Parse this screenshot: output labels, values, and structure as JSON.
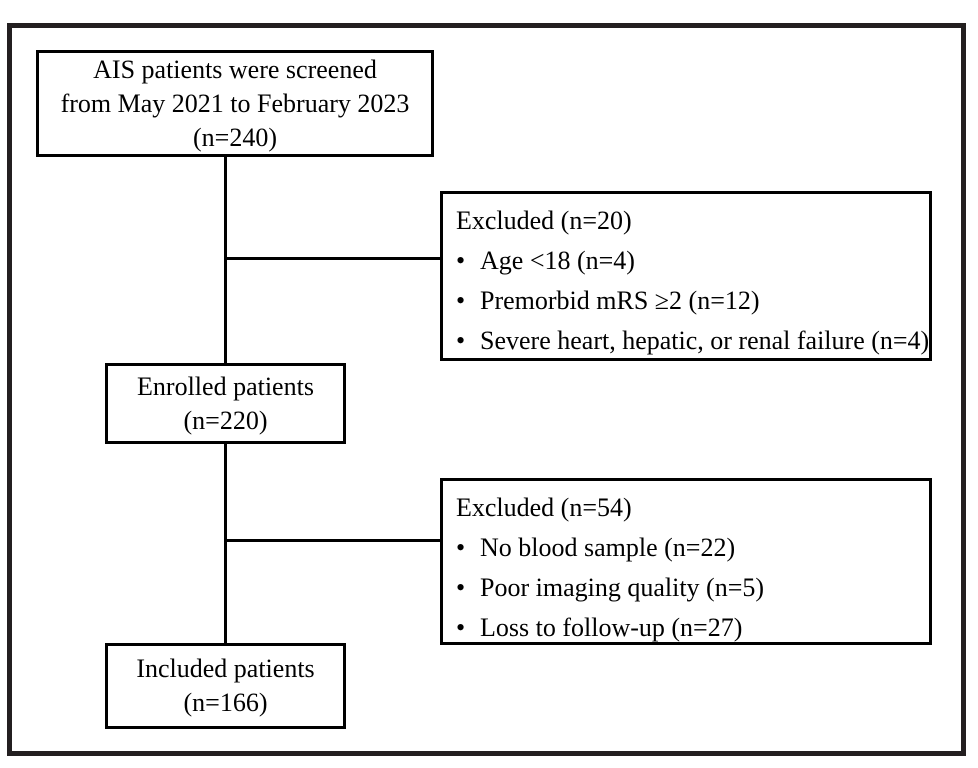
{
  "glyphs": {
    "bullet": "•"
  },
  "colors": {
    "box_border": "#000000",
    "frame_border": "#231f20",
    "background": "#ffffff",
    "line": "#000000"
  },
  "boxes": {
    "screened": {
      "lines": [
        "AIS patients were screened",
        "from May 2021 to February 2023",
        "(n=240)"
      ]
    },
    "excluded1": {
      "title": "Excluded (n=20)",
      "items": [
        "Age <18 (n=4)",
        "Premorbid mRS ≥2 (n=12)",
        "Severe heart, hepatic, or renal failure (n=4)"
      ]
    },
    "enrolled": {
      "lines": [
        "Enrolled patients",
        "(n=220)"
      ]
    },
    "excluded2": {
      "title": "Excluded (n=54)",
      "items": [
        "No blood sample (n=22)",
        "Poor imaging quality (n=5)",
        "Loss to follow-up (n=27)"
      ]
    },
    "included": {
      "lines": [
        "Included patients",
        "(n=166)"
      ]
    }
  }
}
